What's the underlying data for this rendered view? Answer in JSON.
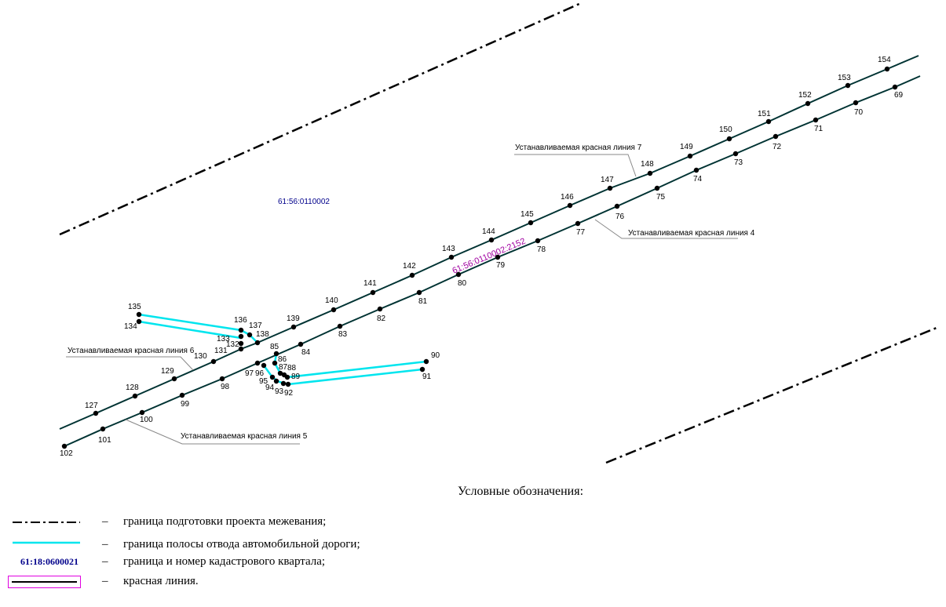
{
  "map": {
    "quarter_number": "61:56:0110002",
    "parcel_number": "61:56:0110002:2152",
    "red_line_labels": {
      "line4": "Устанавливаемая красная линия 4",
      "line5": "Устанавливаемая красная линия 5",
      "line6": "Устанавливаемая красная линия 6",
      "line7": "Устанавливаемая красная линия 7"
    },
    "points": [
      {
        "id": "69"
      },
      {
        "id": "70"
      },
      {
        "id": "71"
      },
      {
        "id": "72"
      },
      {
        "id": "73"
      },
      {
        "id": "74"
      },
      {
        "id": "75"
      },
      {
        "id": "76"
      },
      {
        "id": "77"
      },
      {
        "id": "78"
      },
      {
        "id": "79"
      },
      {
        "id": "80"
      },
      {
        "id": "81"
      },
      {
        "id": "82"
      },
      {
        "id": "83"
      },
      {
        "id": "84"
      },
      {
        "id": "85"
      },
      {
        "id": "86"
      },
      {
        "id": "87"
      },
      {
        "id": "88"
      },
      {
        "id": "89"
      },
      {
        "id": "90"
      },
      {
        "id": "91"
      },
      {
        "id": "92"
      },
      {
        "id": "93"
      },
      {
        "id": "94"
      },
      {
        "id": "95"
      },
      {
        "id": "96"
      },
      {
        "id": "97"
      },
      {
        "id": "98"
      },
      {
        "id": "99"
      },
      {
        "id": "100"
      },
      {
        "id": "101"
      },
      {
        "id": "102"
      },
      {
        "id": "127"
      },
      {
        "id": "128"
      },
      {
        "id": "129"
      },
      {
        "id": "130"
      },
      {
        "id": "131"
      },
      {
        "id": "132"
      },
      {
        "id": "133"
      },
      {
        "id": "134"
      },
      {
        "id": "135"
      },
      {
        "id": "136"
      },
      {
        "id": "137"
      },
      {
        "id": "138"
      },
      {
        "id": "139"
      },
      {
        "id": "140"
      },
      {
        "id": "141"
      },
      {
        "id": "142"
      },
      {
        "id": "143"
      },
      {
        "id": "144"
      },
      {
        "id": "145"
      },
      {
        "id": "146"
      },
      {
        "id": "147"
      },
      {
        "id": "148"
      },
      {
        "id": "149"
      },
      {
        "id": "150"
      },
      {
        "id": "151"
      },
      {
        "id": "152"
      },
      {
        "id": "153"
      },
      {
        "id": "154"
      }
    ],
    "colors": {
      "red_line": "#003333",
      "road_strip": "#00e5ee",
      "survey_boundary": "#000000",
      "quarter_text": "#00008b",
      "parcel_text": "#a000a0"
    }
  },
  "legend": {
    "title": "Условные обозначения:",
    "dash": "–",
    "items": [
      {
        "text": "граница подготовки проекта межевания;"
      },
      {
        "text": "граница полосы отвода автомобильной дороги;"
      },
      {
        "sample_text": "61:18:0600021",
        "text": "граница и номер кадастрового квартала;"
      },
      {
        "text": "красная линия."
      }
    ]
  }
}
